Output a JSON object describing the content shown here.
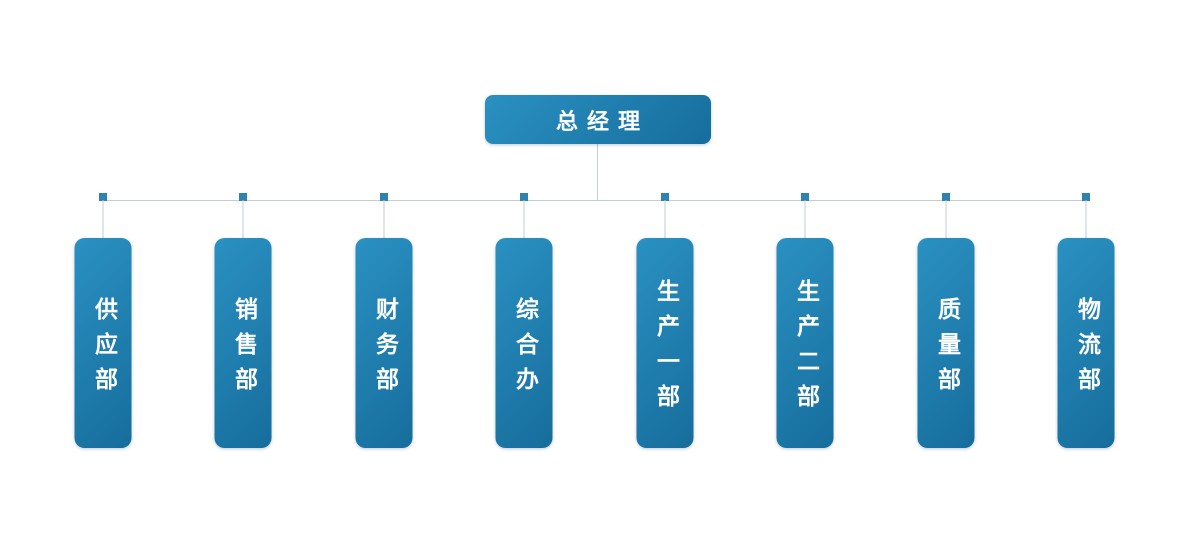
{
  "org": {
    "root": {
      "label": "总经理"
    },
    "departments": [
      {
        "label": "供应部"
      },
      {
        "label": "销售部"
      },
      {
        "label": "财务部"
      },
      {
        "label": "综合办"
      },
      {
        "label": "生产一部"
      },
      {
        "label": "生产二部"
      },
      {
        "label": "质量部"
      },
      {
        "label": "物流部"
      }
    ]
  },
  "colors": {
    "box_start": "#2a91c2",
    "box_end": "#166d9c",
    "connector": "#c2cdd4",
    "node": "#2e82b1",
    "text": "#ffffff",
    "bg": "#ffffff"
  }
}
